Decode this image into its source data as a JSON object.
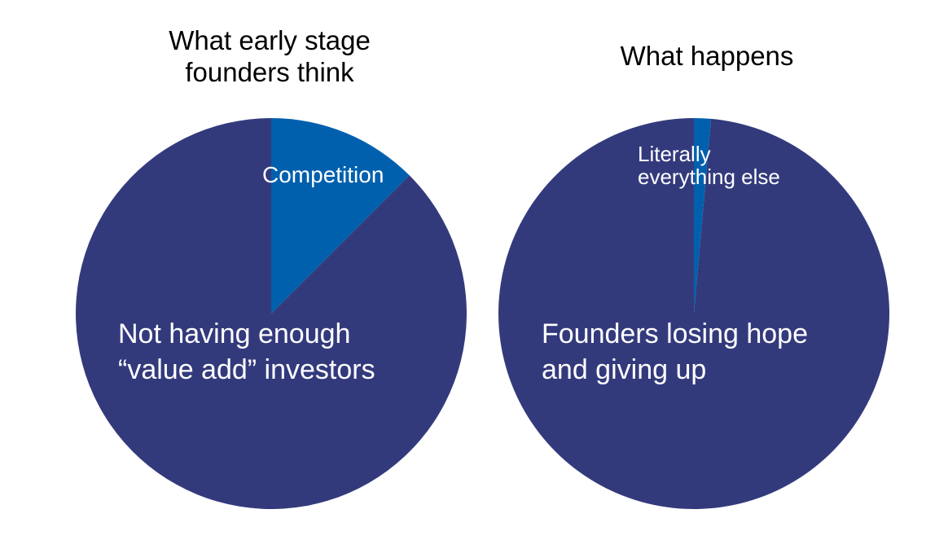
{
  "colors": {
    "navy": "#333A7C",
    "blue": "#0060AE",
    "title": "#000000",
    "label": "#FFFFFF",
    "background": "#FFFFFF"
  },
  "chart_data": [
    {
      "type": "pie",
      "title": "What early stage founders think",
      "title_lines": [
        "What early stage",
        "founders think"
      ],
      "start_angle": "12 o'clock",
      "direction": "clockwise",
      "slices": [
        {
          "label": "Competition",
          "label_lines": [
            "Competition"
          ],
          "percent": 12.5,
          "color": "blue"
        },
        {
          "label": "Not having enough “value add” investors",
          "label_lines": [
            "Not having enough",
            "“value add” investors"
          ],
          "percent": 87.5,
          "color": "navy"
        }
      ]
    },
    {
      "type": "pie",
      "title": "What happens",
      "title_lines": [
        "What happens"
      ],
      "start_angle": "12 o'clock",
      "direction": "clockwise",
      "slices": [
        {
          "label": "Literally everything else",
          "label_lines": [
            "Literally",
            "everything else"
          ],
          "percent": 1.4,
          "color": "blue"
        },
        {
          "label": "Founders losing hope and giving up",
          "label_lines": [
            "Founders losing hope",
            "and giving up"
          ],
          "percent": 98.6,
          "color": "navy"
        }
      ]
    }
  ]
}
